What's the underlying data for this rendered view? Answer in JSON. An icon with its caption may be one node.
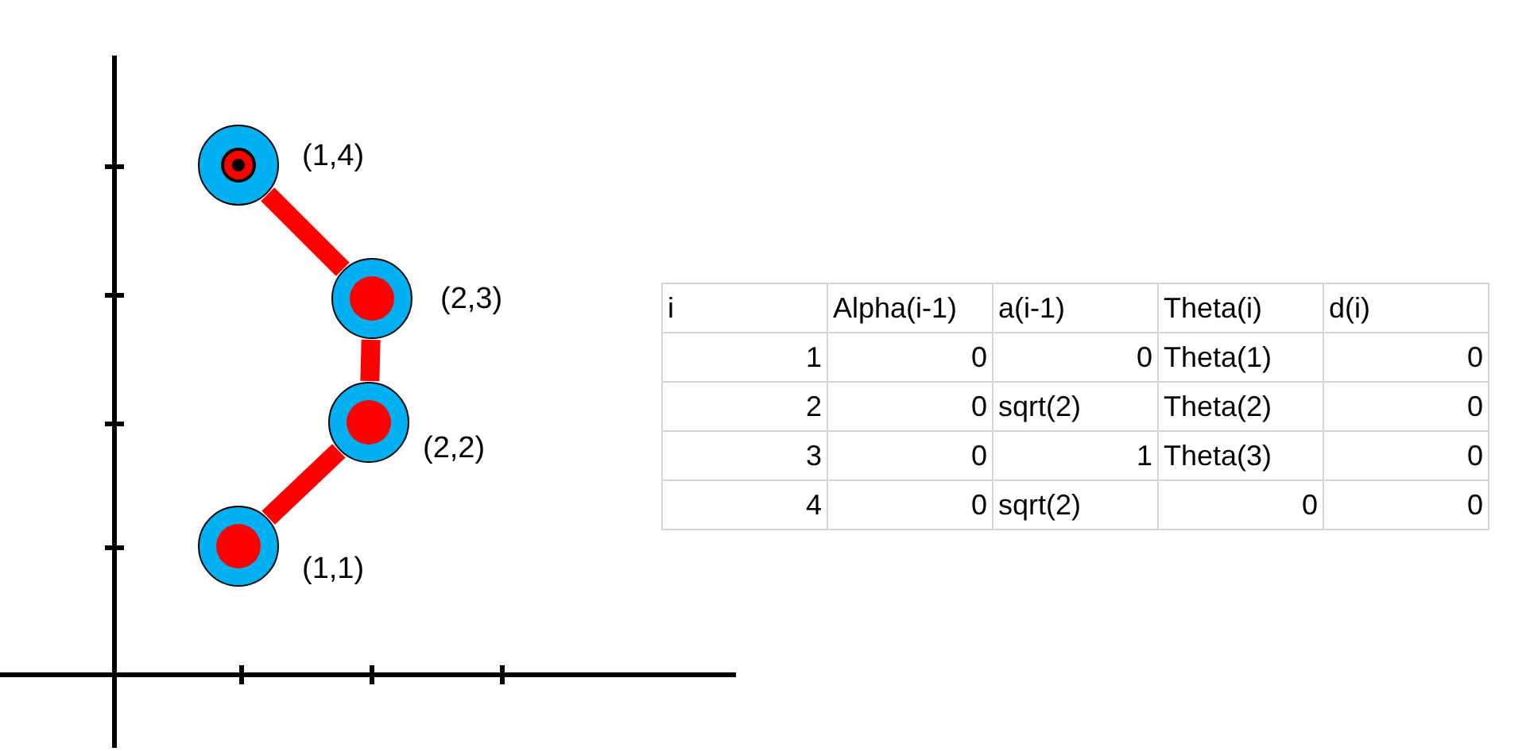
{
  "diagram": {
    "nodes": [
      {
        "text": [],
        "shape": "circle",
        "beside": [
          "(1,4)"
        ]
      },
      {
        "text": [],
        "shape": "circle",
        "beside": [
          "(2,3)"
        ]
      },
      {
        "text": [],
        "shape": "circle",
        "beside": [
          "(2,2)"
        ]
      },
      {
        "text": [],
        "shape": "circle",
        "beside": [
          "(1,1)"
        ]
      }
    ],
    "edges": [
      {
        "from": 0,
        "to": 1,
        "arrow": "none"
      },
      {
        "from": 1,
        "to": 2,
        "arrow": "none"
      },
      {
        "from": 2,
        "to": 3,
        "arrow": "none"
      }
    ],
    "labels": [
      "i",
      "Alpha(i-1)",
      "a(i-1)",
      "Theta(i)",
      "d(i)",
      "1",
      "0",
      "0",
      "Theta(1)",
      "0",
      "2",
      "0",
      "sqrt(2)",
      "Theta(2)",
      "0",
      "3",
      "0",
      "1",
      "Theta(3)",
      "0",
      "4",
      "0",
      "sqrt(2)",
      "0",
      "0"
    ]
  }
}
